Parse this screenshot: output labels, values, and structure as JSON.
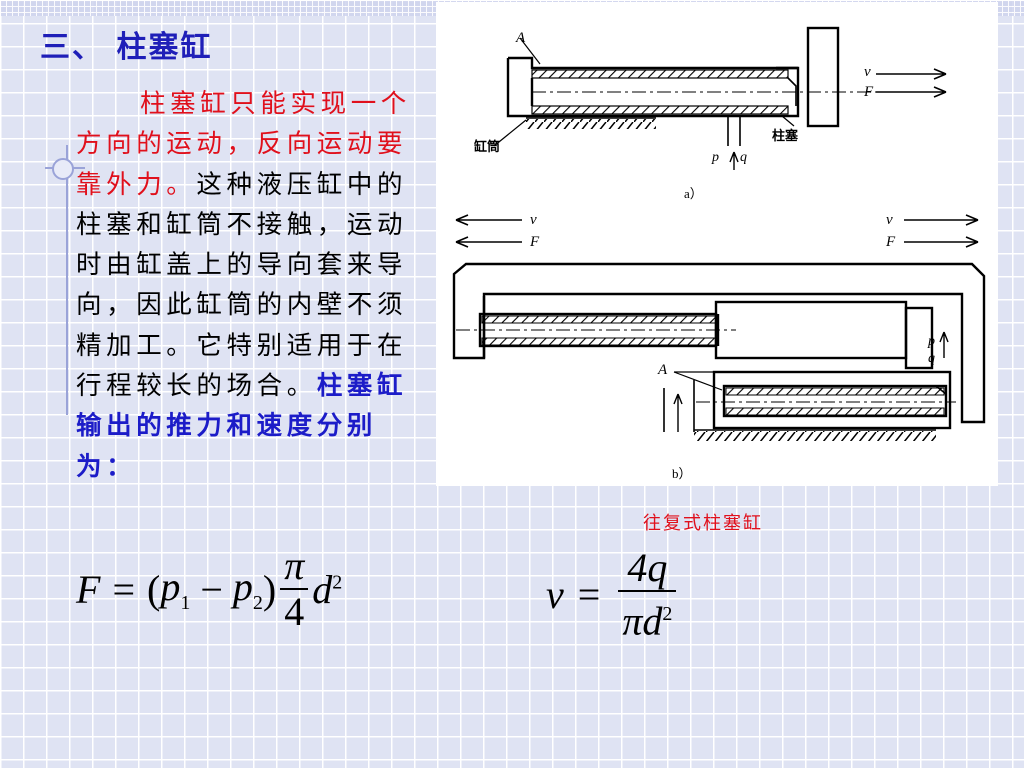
{
  "title": "三、  柱塞缸",
  "paragraph": {
    "red_text": "柱塞缸只能实现一个方向的运动，反向运动要靠外力。",
    "black_text": "这种液压缸中的柱塞和缸筒不接触，运动时由缸盖上的导向套来导向，因此缸筒的内壁不须精加工。它特别适用于在行程较长的场合。",
    "blue_text": "柱塞缸输出的推力和速度分别为："
  },
  "figure": {
    "label_a_part": "A",
    "label_v_a": "v",
    "label_F_a": "F",
    "label_cylinder": "缸筒",
    "label_plunger": "柱塞",
    "label_p_a": "p",
    "label_q_a": "q",
    "sub_a": "a）",
    "label_v_b_left": "v",
    "label_F_b_left": "F",
    "label_v_b_right": "v",
    "label_F_b_right": "F",
    "label_p_b": "p",
    "label_q_b": "q",
    "label_A_b": "A",
    "sub_b": "b）"
  },
  "caption": "往复式柱塞缸",
  "formula_force": {
    "lhs": "F",
    "eq": "=",
    "open": "(",
    "p1": "p",
    "p1_sub": "1",
    "minus": "−",
    "p2": "p",
    "p2_sub": "2",
    "close": ")",
    "frac_num": "π",
    "frac_den": "4",
    "d": "d",
    "d_exp": "2"
  },
  "formula_speed": {
    "lhs": "v",
    "eq": "=",
    "num": "4q",
    "den": "πd",
    "den_exp": "2"
  }
}
